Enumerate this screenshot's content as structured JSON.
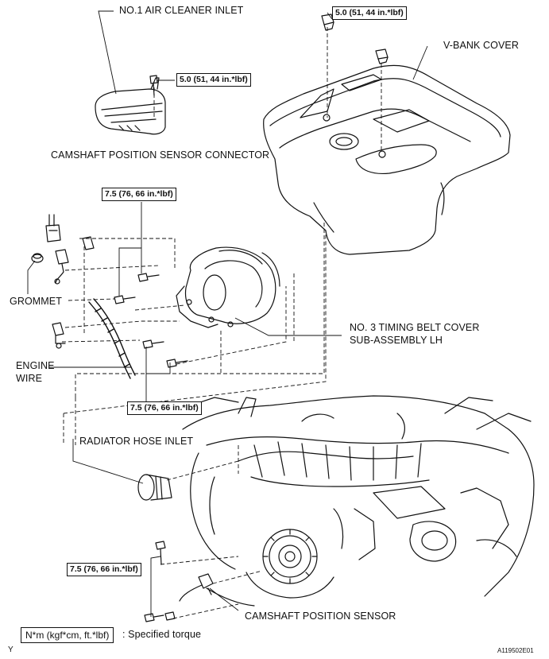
{
  "labels": {
    "air_cleaner_inlet": "NO.1 AIR CLEANER INLET",
    "v_bank_cover": "V-BANK COVER",
    "cam_sensor_connector": "CAMSHAFT POSITION SENSOR CONNECTOR",
    "grommet": "GROMMET",
    "engine_wire_line1": "ENGINE",
    "engine_wire_line2": "WIRE",
    "timing_cover_line1": "NO. 3 TIMING BELT COVER",
    "timing_cover_line2": "SUB-ASSEMBLY LH",
    "radiator_hose_inlet": "RADIATOR HOSE INLET",
    "cam_sensor": "CAMSHAFT POSITION SENSOR"
  },
  "torque_specs": {
    "cover_nut": "5.0 (51, 44 in.*lbf)",
    "inlet_bolt": "5.0 (51, 44 in.*lbf)",
    "belt_cover_upper": "7.5 (76, 66 in.*lbf)",
    "belt_cover_lower": "7.5 (76, 66 in.*lbf)",
    "sensor_bolt": "7.5 (76, 66 in.*lbf)"
  },
  "legend": {
    "unit_box": "N*m (kgf*cm, ft.*lbf)",
    "description": ": Specified torque"
  },
  "footer": {
    "corner_mark": "Y",
    "figure_id": "A119502E01"
  }
}
